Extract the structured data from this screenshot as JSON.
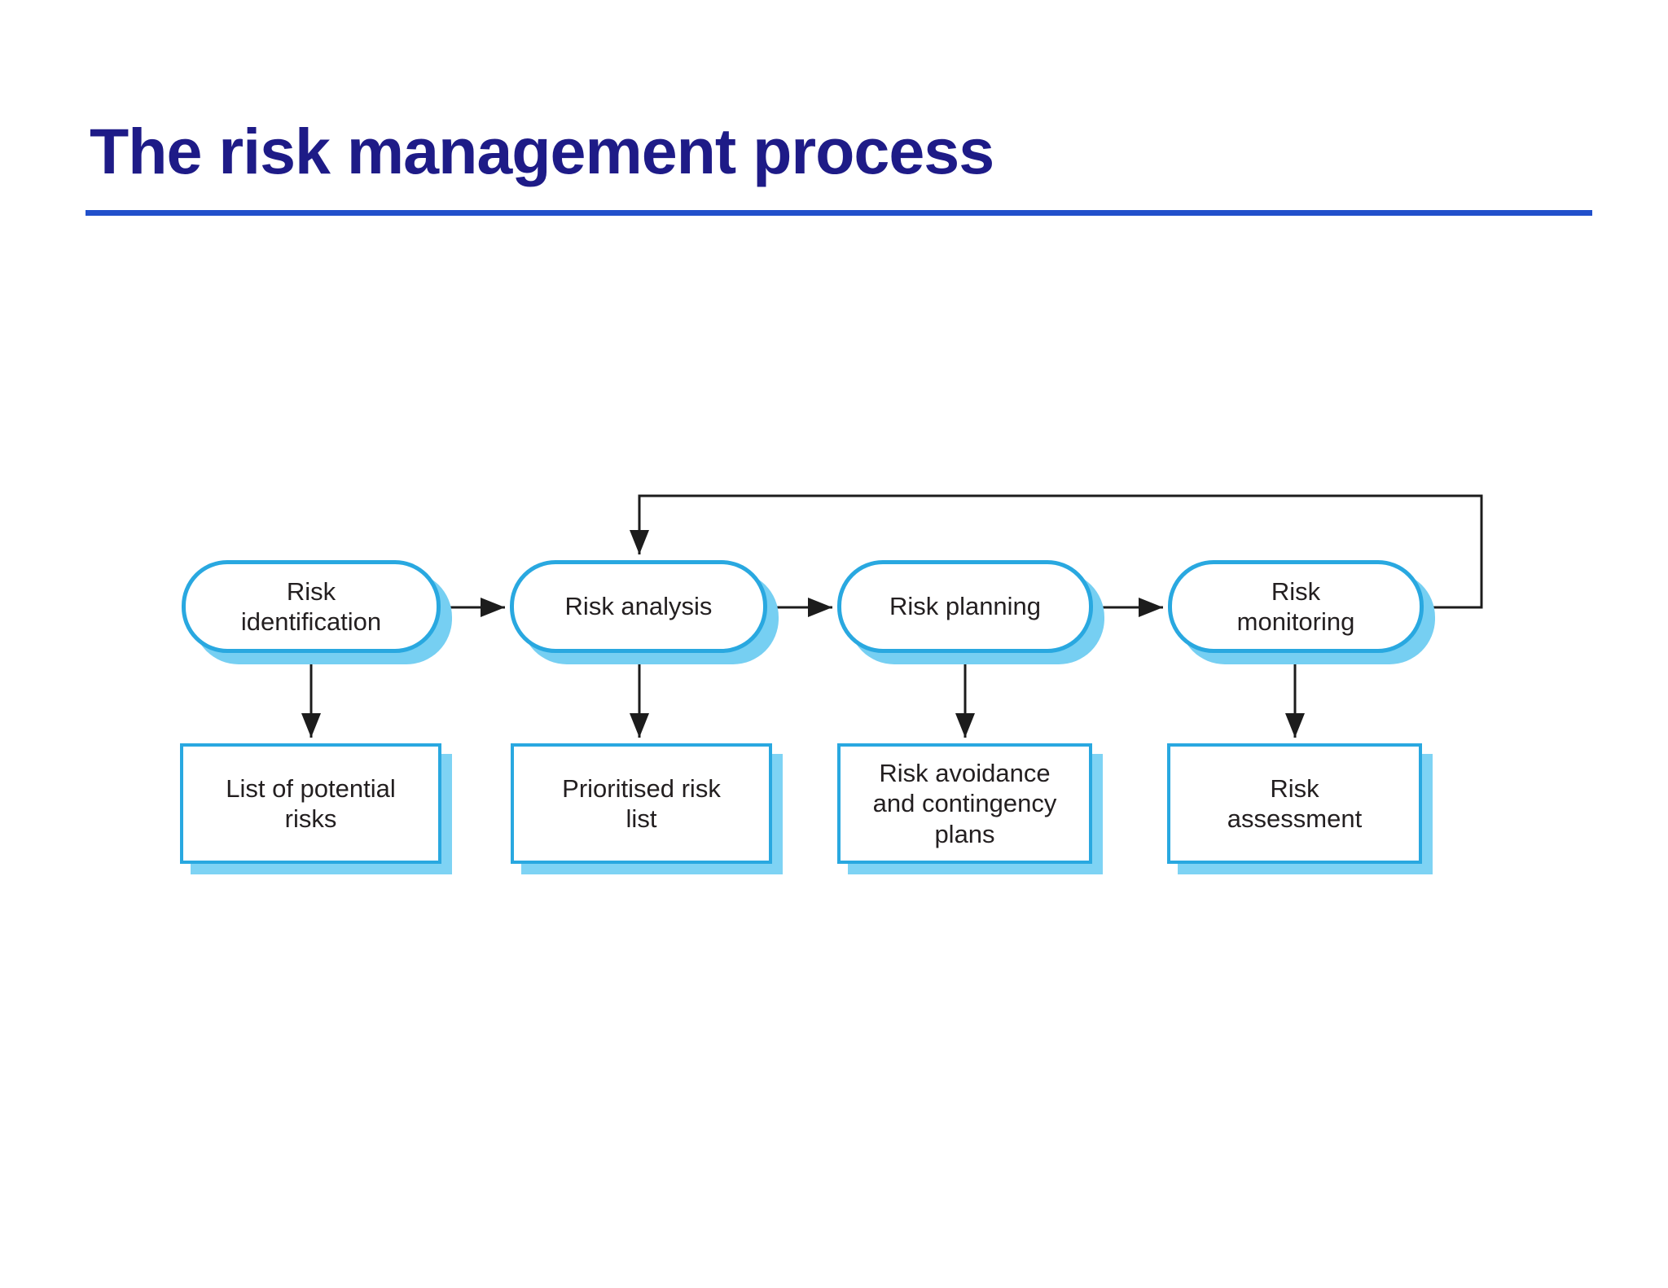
{
  "title": {
    "text": "The risk management process"
  },
  "colors": {
    "title": "#1e1b87",
    "underline": "#2150cb",
    "node_border": "#29a8e0",
    "node_shadow": "#7ed3f4",
    "arrow": "#1c1c1c",
    "node_text": "#231f20"
  },
  "diagram": {
    "stages": [
      {
        "stage": "Risk\nidentification",
        "output": "List of potential\nrisks"
      },
      {
        "stage": "Risk analysis",
        "output": "Prioritised risk\nlist"
      },
      {
        "stage": "Risk planning",
        "output": "Risk avoidance\nand contingency\nplans"
      },
      {
        "stage": "Risk\nmonitoring",
        "output": "Risk\nassessment"
      }
    ],
    "flow": [
      "Risk identification -> Risk analysis",
      "Risk analysis -> Risk planning",
      "Risk planning -> Risk monitoring",
      "Risk monitoring -> Risk analysis (feedback loop)"
    ]
  }
}
